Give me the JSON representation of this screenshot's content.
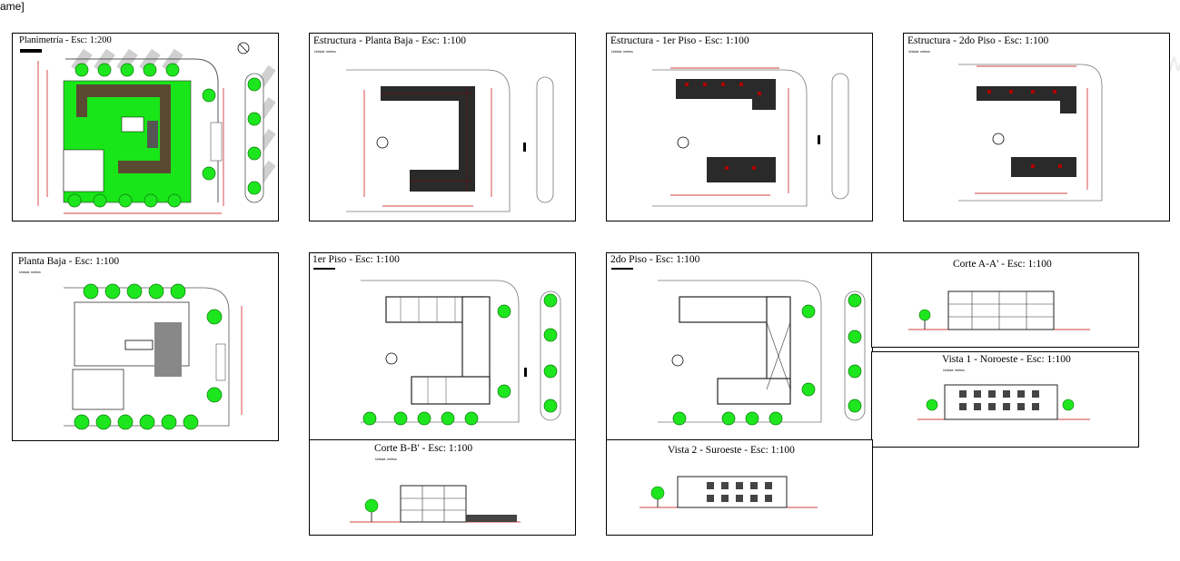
{
  "corner_text": "ame]",
  "watermark": "W",
  "unit_note": "Unidad: metros",
  "sheets": {
    "planimetria": {
      "title": "Planimetría - Esc: 1:200"
    },
    "estructura_pb": {
      "title": "Estructura - Planta Baja - Esc: 1:100"
    },
    "estructura_1p": {
      "title": "Estructura - 1er Piso - Esc: 1:100"
    },
    "estructura_2p": {
      "title": "Estructura - 2do Piso - Esc: 1:100"
    },
    "planta_baja": {
      "title": "Planta Baja - Esc: 1:100"
    },
    "piso1": {
      "title": "1er Piso - Esc: 1:100"
    },
    "piso2": {
      "title": "2do Piso - Esc: 1:100"
    },
    "corte_aa": {
      "title": "Corte A-A' - Esc: 1:100"
    },
    "vista1": {
      "title": "Vista 1 - Noroeste - Esc: 1:100"
    },
    "corte_bb": {
      "title": "Corte B-B' - Esc: 1:100"
    },
    "vista2": {
      "title": "Vista 2 - Suroeste - Esc: 1:100"
    }
  },
  "colors": {
    "grass": "#19e619",
    "tree": "#1ee61e",
    "dim": "#c80000",
    "wall": "#555555",
    "structure": "#7a0000",
    "shadow": "#c8c8c8",
    "deck": "#5a4a32"
  }
}
